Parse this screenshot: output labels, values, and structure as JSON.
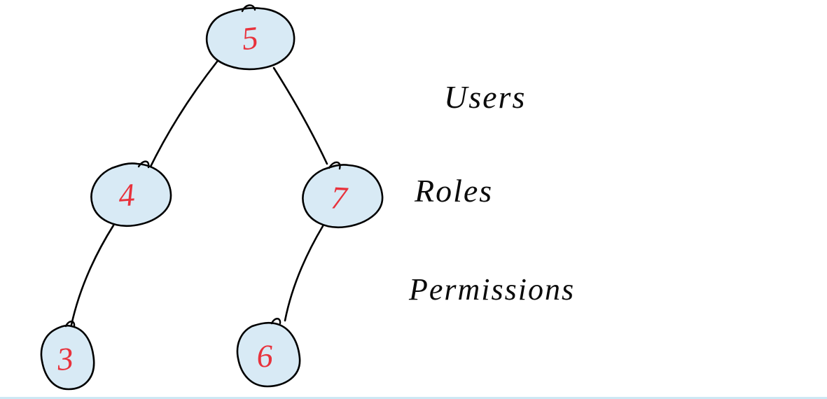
{
  "canvas": {
    "background": "#ffffff",
    "bottom_strip_color": "#cde8f4"
  },
  "tree": {
    "node_fill": "#d8eaf5",
    "node_stroke": "#000000",
    "edge_color": "#000000",
    "number_color": "#e8323c",
    "nodes": [
      {
        "id": "n5",
        "label": "5"
      },
      {
        "id": "n4",
        "label": "4"
      },
      {
        "id": "n7",
        "label": "7"
      },
      {
        "id": "n3",
        "label": "3"
      },
      {
        "id": "n6",
        "label": "6"
      }
    ],
    "edges": [
      {
        "from": "5",
        "to": "4"
      },
      {
        "from": "5",
        "to": "7"
      },
      {
        "from": "4",
        "to": "3"
      },
      {
        "from": "7",
        "to": "6"
      }
    ]
  },
  "annotations": [
    {
      "text": "Users"
    },
    {
      "text": "Roles"
    },
    {
      "text": "Permissions"
    }
  ]
}
